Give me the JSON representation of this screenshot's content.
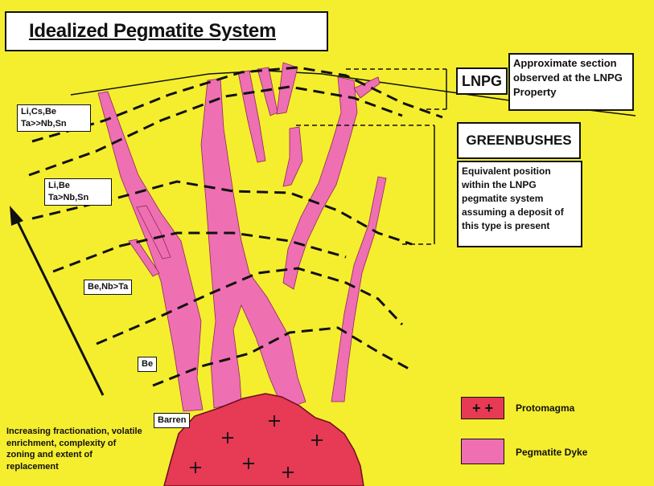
{
  "title": "Idealized Pegmatite System",
  "lnpg": {
    "label": "LNPG",
    "description": "Approximate section observed at the LNPG Property"
  },
  "greenbushes": {
    "label": "GREENBUSHES",
    "description": "Equivalent position within the LNPG pegmatite system assuming a deposit of this type is present"
  },
  "zones": [
    {
      "label": "Li,Cs,Be Ta>>Nb,Sn"
    },
    {
      "label": "Li,Be Ta>Nb,Sn"
    },
    {
      "label": "Be,Nb>Ta"
    },
    {
      "label": "Be"
    },
    {
      "label": "Barren"
    }
  ],
  "caption": "Increasing fractionation, volatile enrichment, complexity of zoning and extent of replacement",
  "legend": {
    "protomagma": {
      "label": "Protomagma",
      "symbol": "+  +",
      "color": "#e63a55"
    },
    "pegmatite_dyke": {
      "label": "Pegmatite Dyke",
      "color": "#ef6fb3"
    }
  },
  "colors": {
    "background": "#f5ee2e",
    "dyke": "#ef6fb3",
    "protomagma": "#e63a55"
  }
}
